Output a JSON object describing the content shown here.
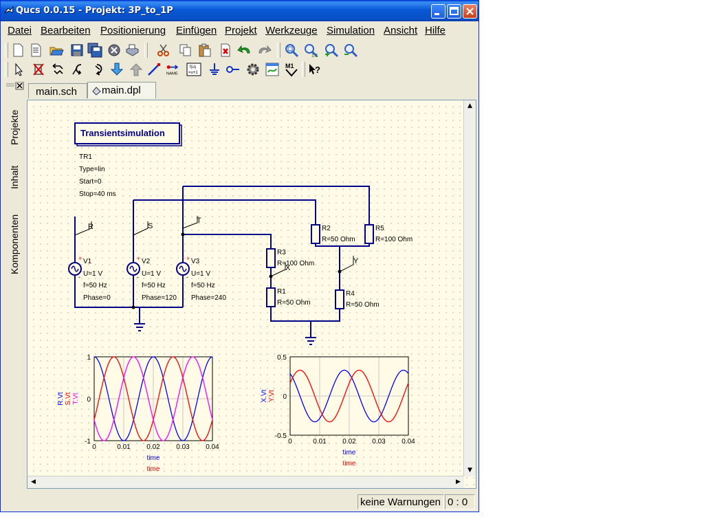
{
  "window": {
    "title": "Qucs 0.0.15 - Projekt: 3P_to_1P"
  },
  "menu": [
    "Datei",
    "Bearbeiten",
    "Positionierung",
    "Einfügen",
    "Projekt",
    "Werkzeuge",
    "Simulation",
    "Ansicht",
    "Hilfe"
  ],
  "toolbar1": [
    "new-file-icon",
    "new-text-icon",
    "open-icon",
    "save-icon",
    "save-all-icon",
    "close-doc-icon",
    "print-icon",
    "cut-icon",
    "copy-icon",
    "paste-icon",
    "delete-icon",
    "undo-icon",
    "redo-icon",
    "zoom-fit-icon",
    "zoom-1to1-icon",
    "zoom-in-icon",
    "zoom-out-icon"
  ],
  "toolbar2": [
    "select-icon",
    "deactivate-icon",
    "mirror-x-icon",
    "mirror-y-icon",
    "rotate-icon",
    "go-into-subcircuit-icon",
    "go-back-icon",
    "wire-icon",
    "name-label-icon",
    "equation-icon",
    "ground-icon",
    "port-icon",
    "simulate-icon",
    "view-data-icon",
    "marker-icon",
    "whats-this-icon"
  ],
  "labels": {
    "name_icon": "NAME",
    "marker_icon": "M1"
  },
  "dock": {
    "tabs": [
      "Projekte",
      "Inhalt",
      "Komponenten"
    ]
  },
  "tabs": [
    {
      "label": "main.sch",
      "active": false
    },
    {
      "label": "main.dpl",
      "active": true
    }
  ],
  "schematic": {
    "sim_title": "Transientsimulation",
    "sim_params": [
      "TR1",
      "Type=lin",
      "Start=0",
      "Stop=40 ms"
    ],
    "labels": {
      "R": "R",
      "S": "S",
      "T": "T",
      "X": "X",
      "Y": "Y"
    },
    "sources": [
      {
        "name": "V1",
        "U": "U=1 V",
        "f": "f=50 Hz",
        "phase": "Phase=0"
      },
      {
        "name": "V2",
        "U": "U=1 V",
        "f": "f=50 Hz",
        "phase": "Phase=120"
      },
      {
        "name": "V3",
        "U": "U=1 V",
        "f": "f=50 Hz",
        "phase": "Phase=240"
      }
    ],
    "resistors": [
      {
        "name": "R2",
        "value": "R=50 Ohm"
      },
      {
        "name": "R5",
        "value": "R=100 Ohm"
      },
      {
        "name": "R3",
        "value": "R=100 Ohm"
      },
      {
        "name": "R1",
        "value": "R=50 Ohm"
      },
      {
        "name": "R4",
        "value": "R=50 Ohm"
      }
    ]
  },
  "chart_data": [
    {
      "type": "line",
      "xlim": [
        0,
        0.04
      ],
      "ylim": [
        -1,
        1
      ],
      "x_ticks": [
        "0",
        "0.01",
        "0.02",
        "0.03",
        "0.04"
      ],
      "y_ticks": [
        "1",
        "0",
        "-1"
      ],
      "xlabels": [
        {
          "text": "time",
          "color": "#0000ff"
        },
        {
          "text": "time",
          "color": "#ff0000"
        },
        {
          "text": "time",
          "color": "#ff00ff"
        }
      ],
      "series": [
        {
          "name": "R.Vt",
          "color": "#0000ff",
          "amplitude": 1,
          "phase_deg": 0,
          "freq": 50
        },
        {
          "name": "S.Vt",
          "color": "#ff0000",
          "amplitude": 1,
          "phase_deg": 120,
          "freq": 50
        },
        {
          "name": "T.Vt",
          "color": "#ff00ff",
          "amplitude": 1,
          "phase_deg": 240,
          "freq": 50
        }
      ]
    },
    {
      "type": "line",
      "xlim": [
        0,
        0.04
      ],
      "ylim": [
        -0.5,
        0.5
      ],
      "x_ticks": [
        "0",
        "0.01",
        "0.02",
        "0.03",
        "0.04"
      ],
      "y_ticks": [
        "0.5",
        "0",
        "-0.5"
      ],
      "xlabels": [
        {
          "text": "time",
          "color": "#0000ff"
        },
        {
          "text": "time",
          "color": "#ff0000"
        }
      ],
      "series": [
        {
          "name": "X.Vt",
          "color": "#0000ff",
          "amplitude": 0.33,
          "phase_deg": -30,
          "freq": 50
        },
        {
          "name": "Y.Vt",
          "color": "#ff0000",
          "amplitude": 0.33,
          "phase_deg": 60,
          "freq": 50
        }
      ]
    }
  ],
  "status": {
    "warnings": "keine Warnungen",
    "position": "0 : 0"
  }
}
